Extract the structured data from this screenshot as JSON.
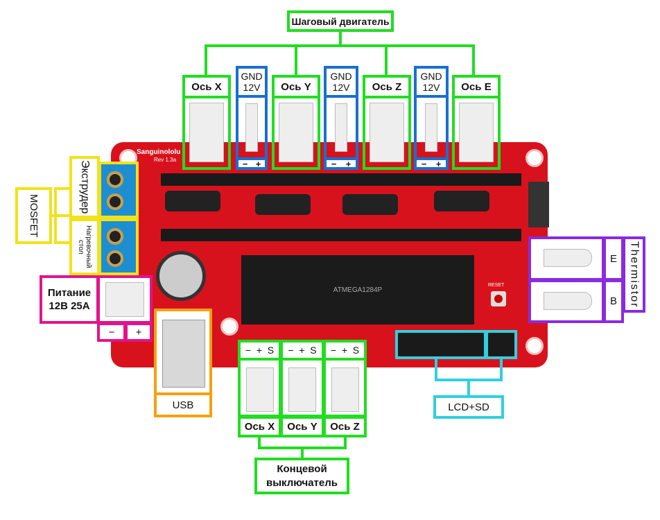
{
  "stepper": {
    "title": "Шаговый двигатель",
    "axes": [
      "Ось X",
      "Ось Y",
      "Ось Z",
      "Ось E"
    ],
    "power": {
      "gnd": "GND",
      "v": "12V",
      "minus": "−",
      "plus": "+"
    }
  },
  "mosfet": {
    "title": "MOSFET",
    "extruder": "Экструдер",
    "bed": "Нагревочный стол"
  },
  "power": {
    "label": "Питание 12В 25А",
    "minus": "−",
    "plus": "+"
  },
  "usb": {
    "label": "USB"
  },
  "endstops": {
    "pins": "−  +  S",
    "axes": [
      "Ось X",
      "Ось Y",
      "Ось Z"
    ],
    "title": "Концевой выключатель"
  },
  "lcd": {
    "label": "LCD+SD"
  },
  "thermistor": {
    "title": "Thermistor",
    "e": "E",
    "b": "B"
  },
  "board": {
    "name": "Sanguinololu",
    "rev": "Rev 1.3a",
    "chip": "ATMEGA1284P",
    "reset": "RESET"
  },
  "colors": {
    "stepper": "#22dd22",
    "power_pins": "#1a6fd0",
    "mosfet": "#f2e21a",
    "supply": "#e0148c",
    "usb": "#f5a010",
    "lcd": "#30d0e0",
    "thermistor": "#8a2be2",
    "board": "#d8121c"
  }
}
